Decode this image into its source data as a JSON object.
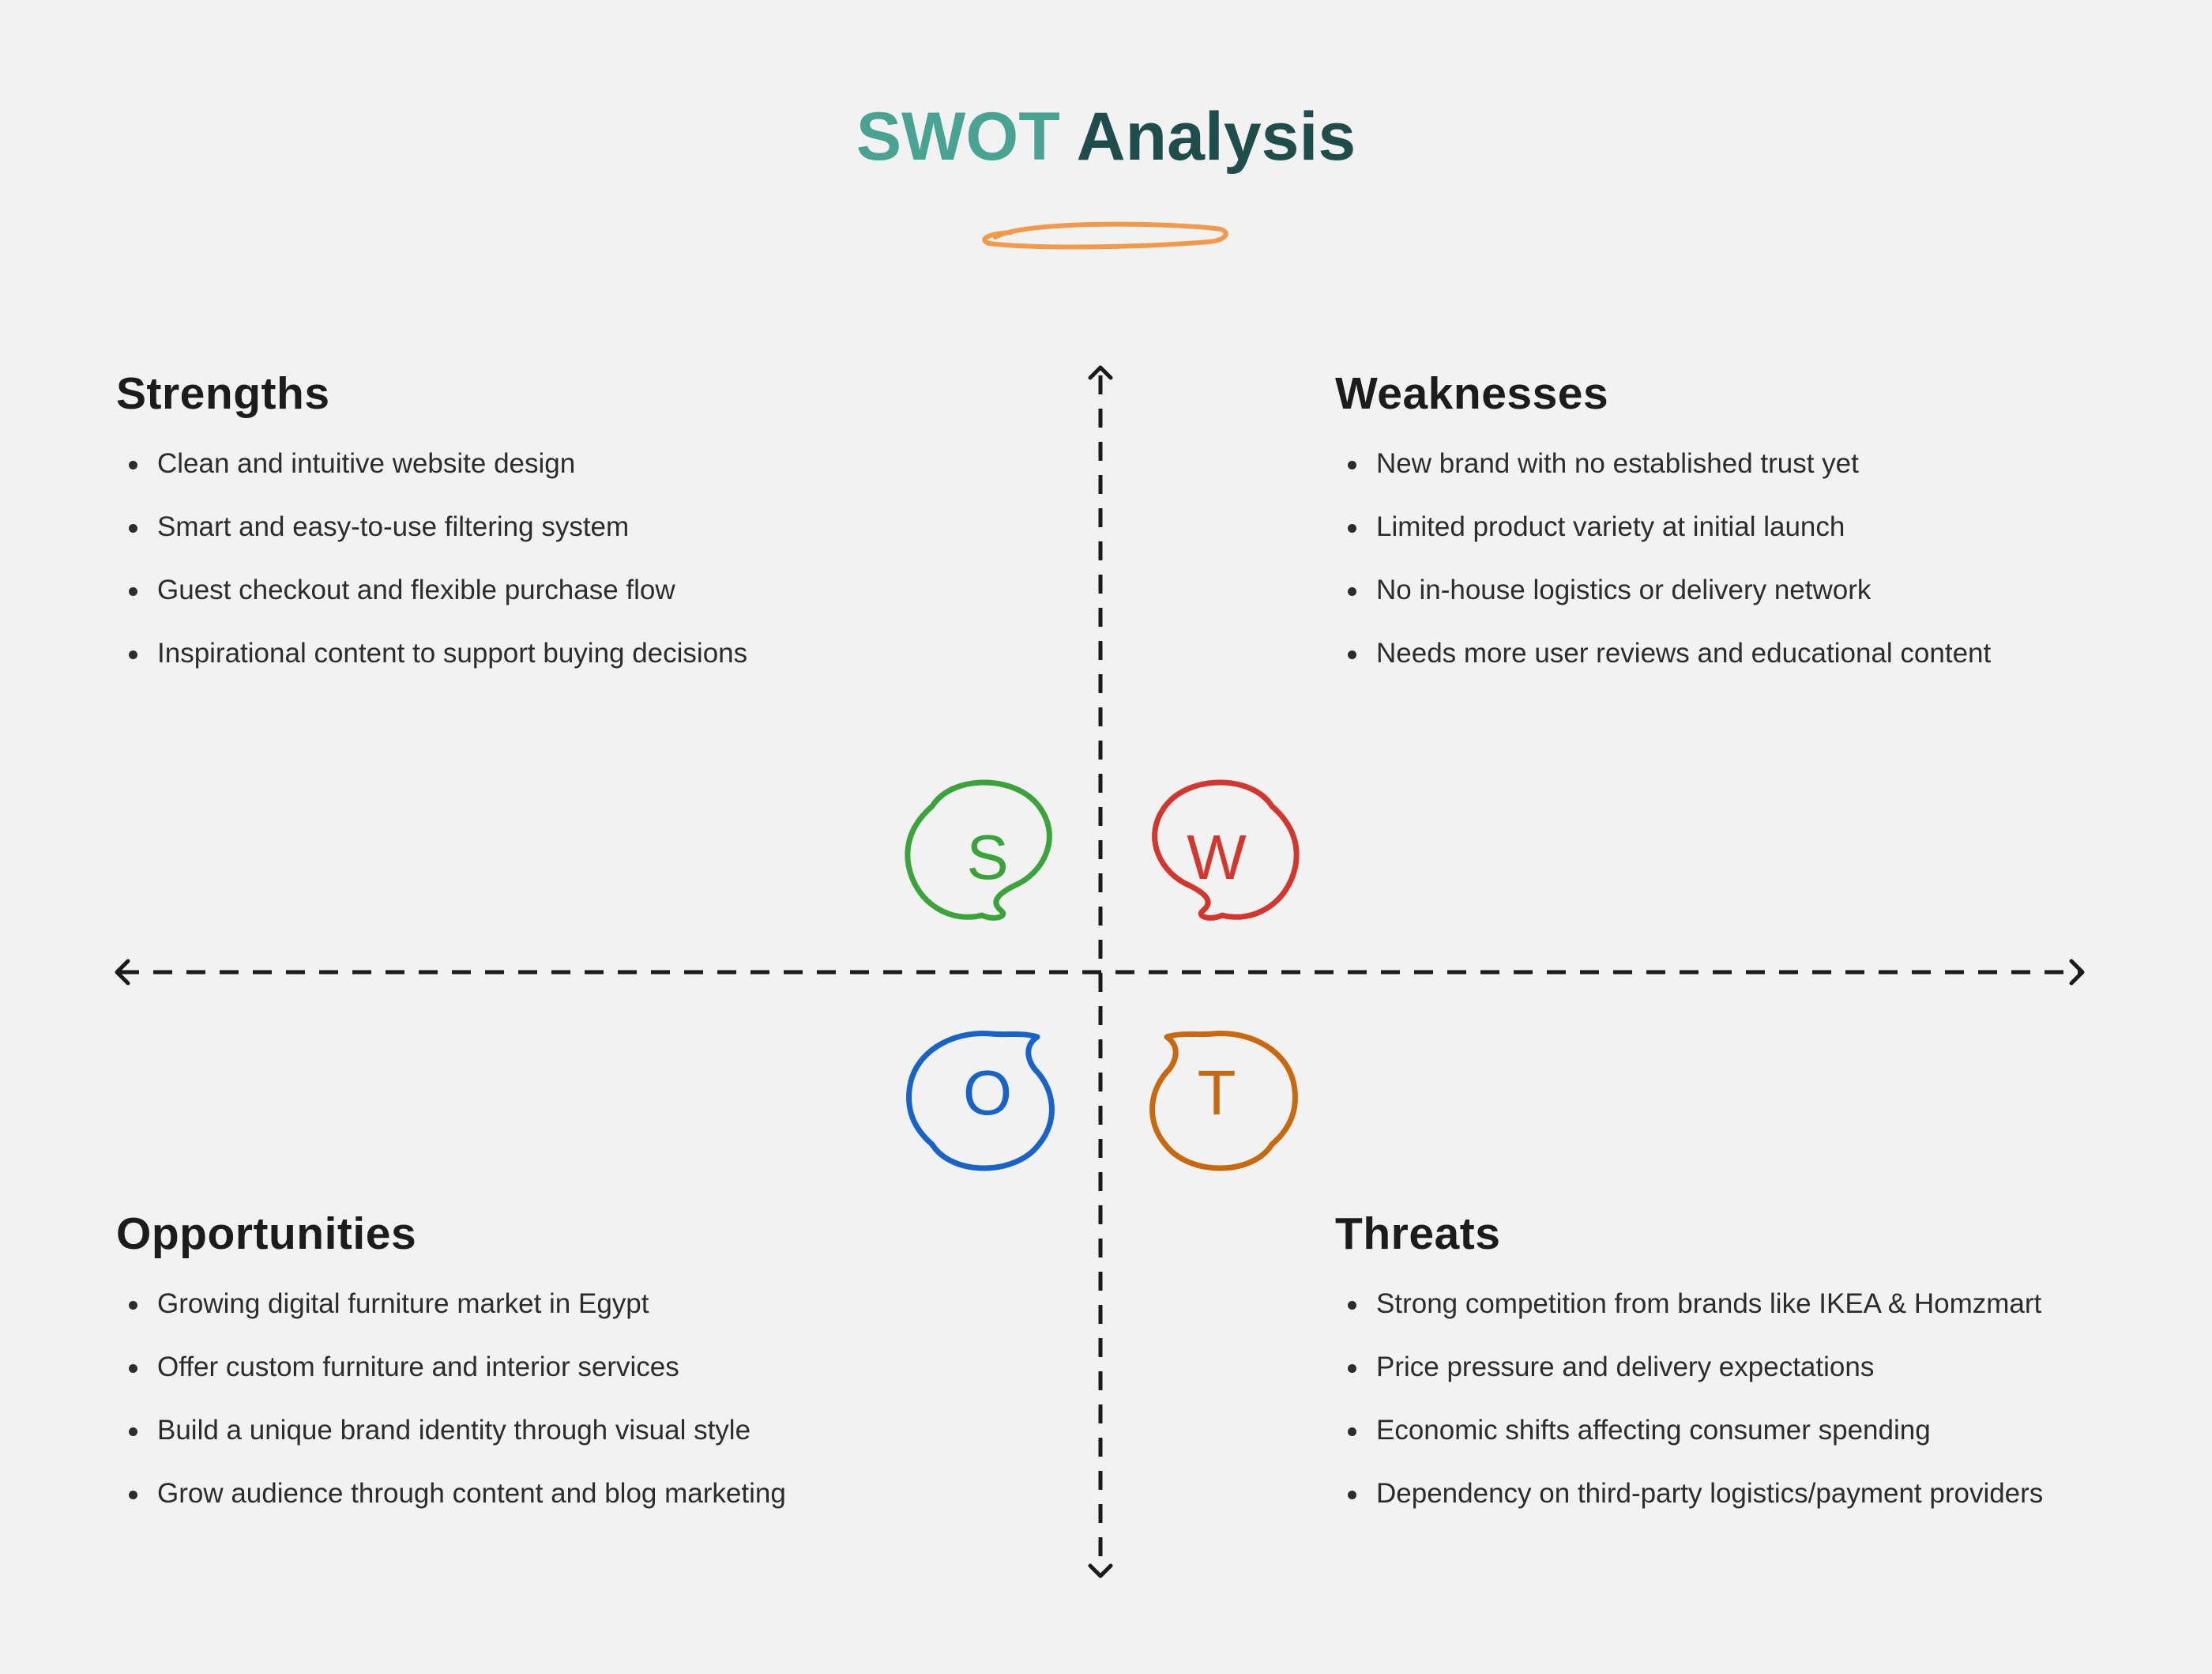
{
  "title": {
    "part1": "SWOT",
    "part2": "Analysis"
  },
  "colors": {
    "title_accent": "#48a393",
    "title_dark": "#1f4d4c",
    "underline": "#f2994a",
    "strengths": "#3aa33a",
    "weaknesses": "#d2372d",
    "opportunities": "#1863c8",
    "threats": "#c8690f"
  },
  "quadrants": {
    "strengths": {
      "heading": "Strengths",
      "letter": "S",
      "items": [
        "Clean and intuitive website design",
        "Smart and easy-to-use filtering system",
        "Guest checkout and flexible purchase flow",
        "Inspirational content to support buying decisions"
      ]
    },
    "weaknesses": {
      "heading": "Weaknesses",
      "letter": "W",
      "items": [
        "New brand with no established trust yet",
        "Limited product variety at initial launch",
        "No in-house logistics or delivery network",
        "Needs more user reviews and educational content"
      ]
    },
    "opportunities": {
      "heading": "Opportunities",
      "letter": "O",
      "items": [
        "Growing digital furniture market in Egypt",
        "Offer custom furniture and interior services",
        "Build a unique brand identity through visual style",
        "Grow audience through content and blog marketing"
      ]
    },
    "threats": {
      "heading": "Threats",
      "letter": "T",
      "items": [
        "Strong competition from brands like IKEA & Homzmart",
        "Price pressure and delivery expectations",
        "Economic shifts affecting consumer spending",
        "Dependency on third-party logistics/payment providers"
      ]
    }
  }
}
